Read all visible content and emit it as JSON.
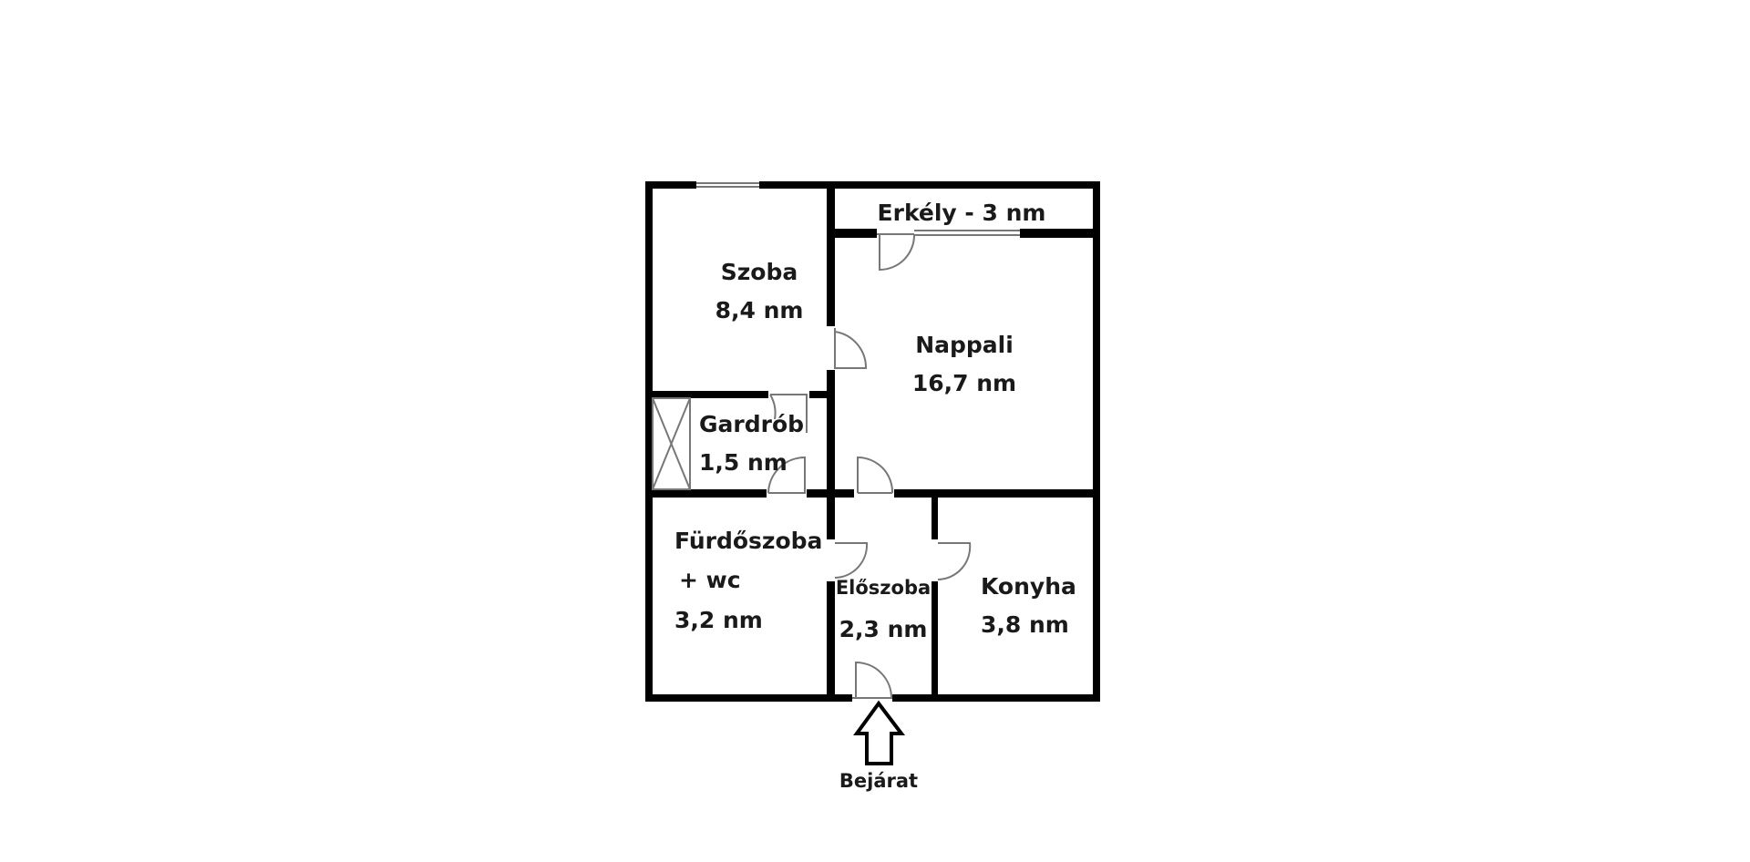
{
  "rooms": {
    "erkely": {
      "name": "Erkély - 3 nm"
    },
    "szoba": {
      "name": "Szoba",
      "area": "8,4 nm"
    },
    "nappali": {
      "name": "Nappali",
      "area": "16,7 nm"
    },
    "gardrob": {
      "name": "Gardrób",
      "area": "1,5 nm"
    },
    "furdoszoba": {
      "name": "Fürdőszoba",
      "extra": "+ wc",
      "area": "3,2 nm"
    },
    "eloszoba": {
      "name": "Előszoba",
      "area": "2,3 nm"
    },
    "konyha": {
      "name": "Konyha",
      "area": "3,8 nm"
    }
  },
  "entrance": {
    "label": "Bejárat"
  }
}
